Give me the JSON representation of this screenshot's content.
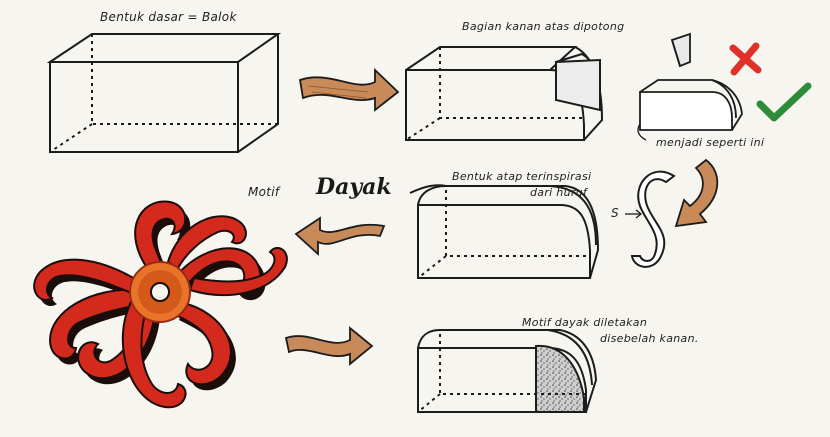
{
  "labels": {
    "basic_shape": "Bentuk dasar = Balok",
    "cut_part": "Bagian kanan atas dipotong",
    "becomes": "menjadi seperti ini",
    "roof_form": "Bentuk atap terinspirasi",
    "roof_form_2": "dari huruf",
    "s_letter": "S",
    "motif_prefix": "Motif",
    "motif_name": "Dayak",
    "motif_placed": "Motif dayak diletakan",
    "motif_placed_2": "disebelah kanan."
  },
  "colors": {
    "arrow_fill": "#c98a5a",
    "motif_red": "#d42a1e",
    "motif_dark": "#1a0d0a",
    "motif_orange": "#e8742a",
    "cross": "#e0302a",
    "check": "#2e8b3a",
    "ink": "#1c1c1c"
  },
  "icons": [
    "cross-icon",
    "check-icon",
    "motif-dayak-ornament"
  ]
}
